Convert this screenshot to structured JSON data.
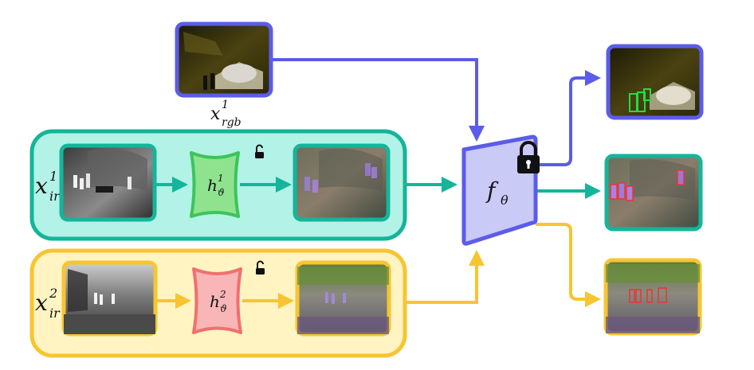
{
  "labels": {
    "x_rgb": {
      "base": "x",
      "sup": "1",
      "sub": "rgb"
    },
    "x_ir1": {
      "base": "x",
      "sup": "1",
      "sub": "ir"
    },
    "x_ir2": {
      "base": "x",
      "sup": "2",
      "sub": "ir"
    },
    "h1": {
      "base": "h",
      "sup": "1",
      "sub": "ϑ"
    },
    "h2": {
      "base": "h",
      "sup": "2",
      "sub": "ϑ"
    },
    "f": {
      "base": "f",
      "sub": "θ"
    }
  },
  "colors": {
    "rgb_branch": "#5b5ce8",
    "ir1_branch": "#14b59a",
    "ir1_panel": "#b3f2e6",
    "ir2_branch": "#f7c531",
    "ir2_panel": "#fff4c2",
    "h1_fill": "#8fe38f",
    "h1_stroke": "#3cc45a",
    "h2_fill": "#f9b6b6",
    "h2_stroke": "#f07070",
    "f_fill": "#c9caf5",
    "f_stroke": "#5b5ce8"
  },
  "icons": {
    "f_lock": "locked-padlock-icon",
    "h_lock": "unlocked-padlock-icon"
  }
}
